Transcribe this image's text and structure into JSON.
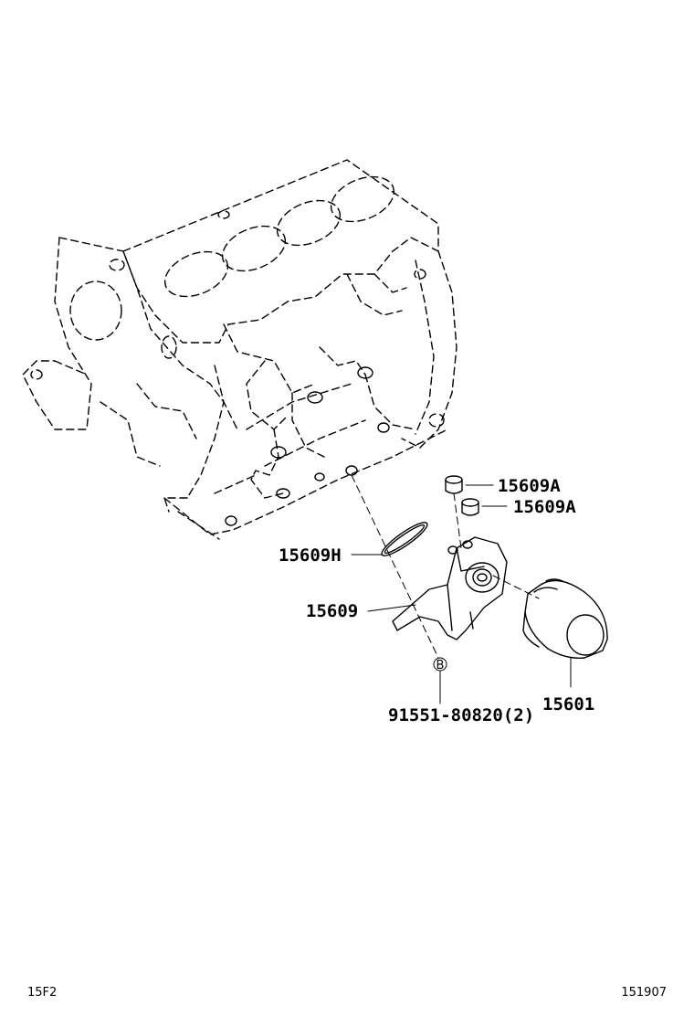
{
  "callouts": {
    "cap_upper": "15609A",
    "cap_lower": "15609A",
    "gasket": "15609H",
    "bracket": "15609",
    "bolt": "91551-80820(2)",
    "filter": "15601"
  },
  "footer": {
    "left_code": "15F2",
    "right_code": "151907"
  },
  "bolt_marker": "B"
}
